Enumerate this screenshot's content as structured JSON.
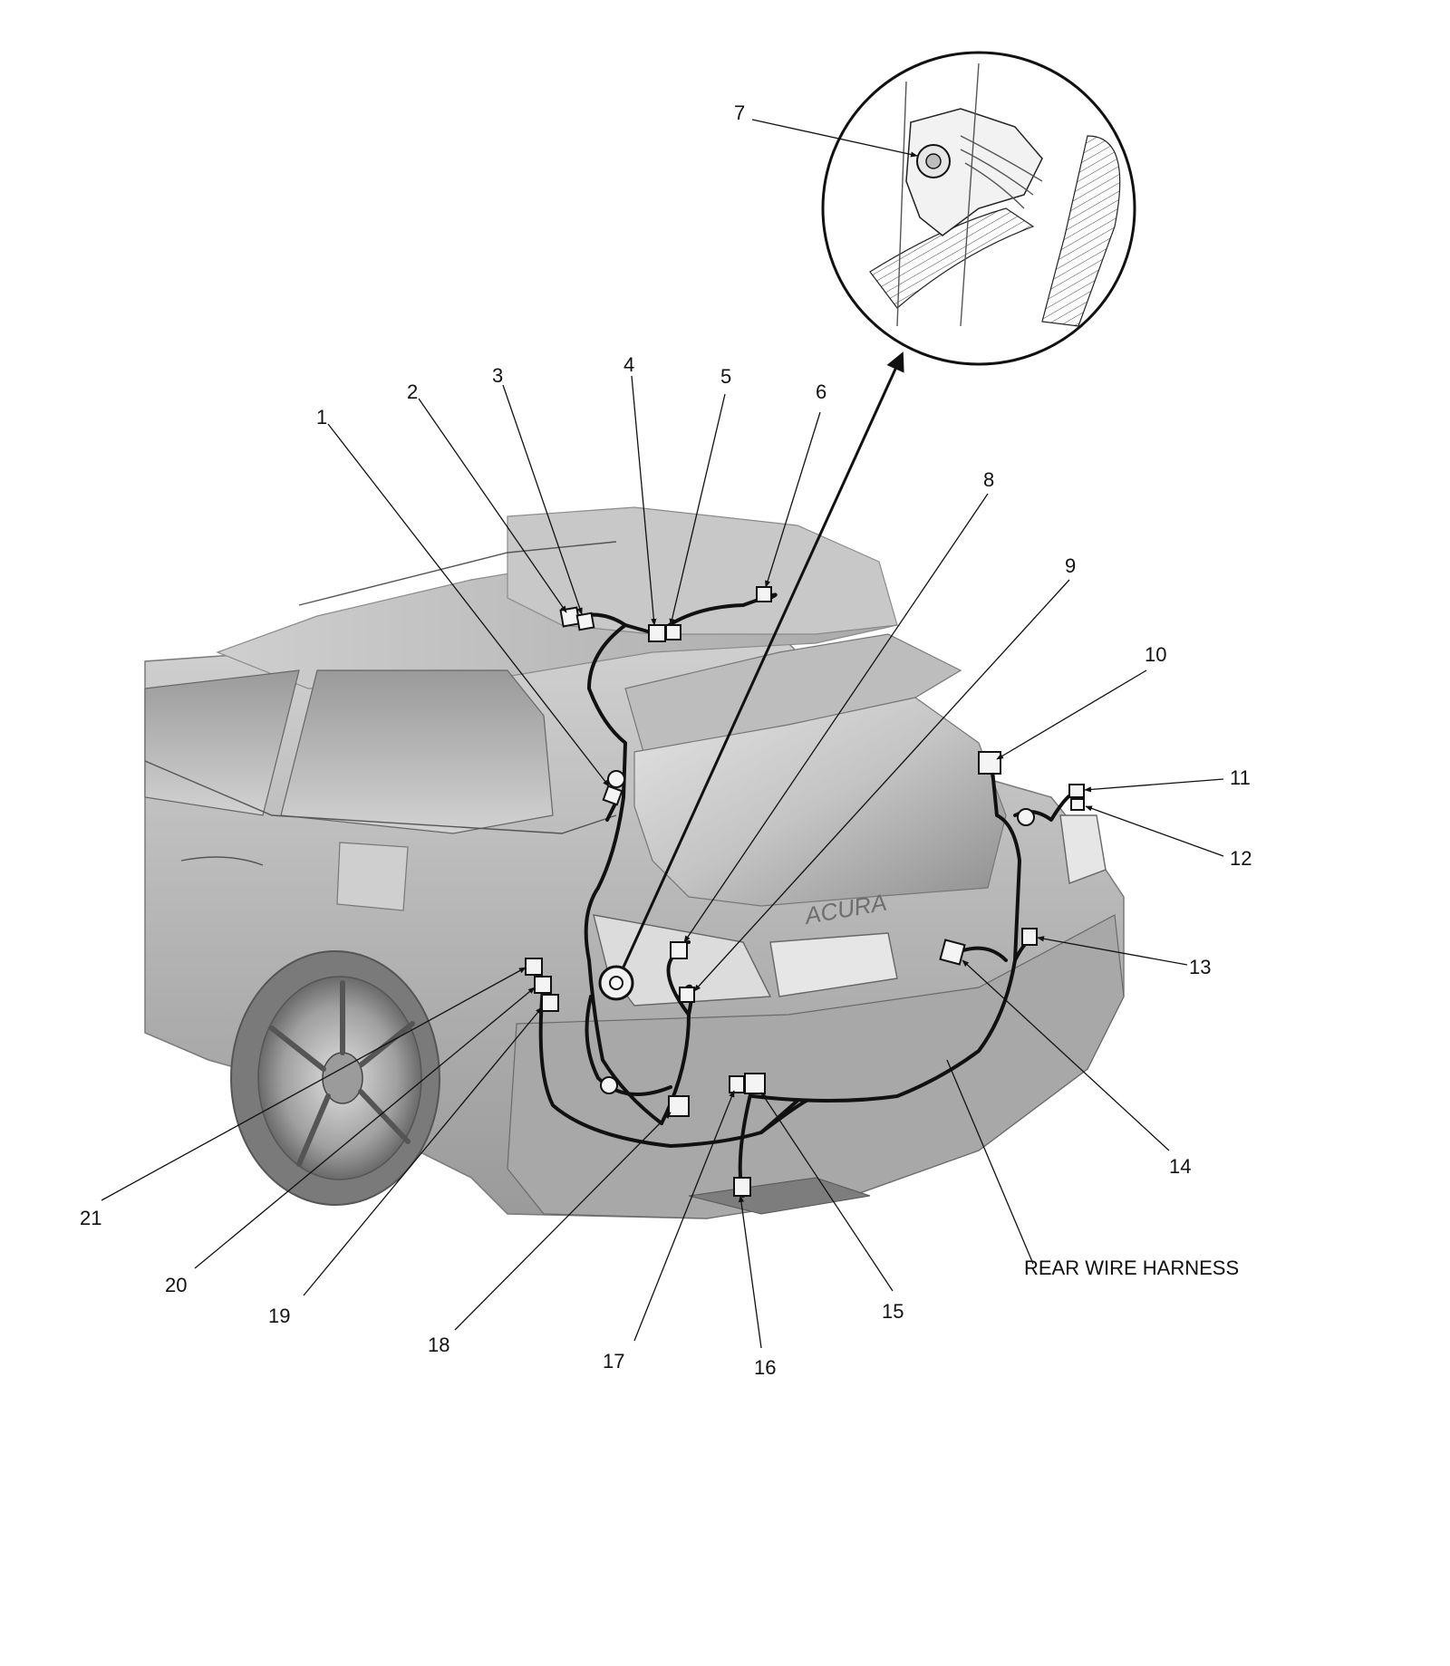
{
  "callouts": [
    {
      "id": "1",
      "label": "1"
    },
    {
      "id": "2",
      "label": "2"
    },
    {
      "id": "3",
      "label": "3"
    },
    {
      "id": "4",
      "label": "4"
    },
    {
      "id": "5",
      "label": "5"
    },
    {
      "id": "6",
      "label": "6"
    },
    {
      "id": "7",
      "label": "7"
    },
    {
      "id": "8",
      "label": "8"
    },
    {
      "id": "9",
      "label": "9"
    },
    {
      "id": "10",
      "label": "10"
    },
    {
      "id": "11",
      "label": "11"
    },
    {
      "id": "12",
      "label": "12"
    },
    {
      "id": "13",
      "label": "13"
    },
    {
      "id": "14",
      "label": "14"
    },
    {
      "id": "15",
      "label": "15"
    },
    {
      "id": "16",
      "label": "16"
    },
    {
      "id": "17",
      "label": "17"
    },
    {
      "id": "18",
      "label": "18"
    },
    {
      "id": "19",
      "label": "19"
    },
    {
      "id": "20",
      "label": "20"
    },
    {
      "id": "21",
      "label": "21"
    }
  ],
  "harness_label": "REAR WIRE HARNESS",
  "car_badge": "ACURA",
  "colors": {
    "body_light": "#e3e3e3",
    "body_mid": "#b4b4b4",
    "body_dark": "#7a7a7a",
    "line": "#111111"
  }
}
